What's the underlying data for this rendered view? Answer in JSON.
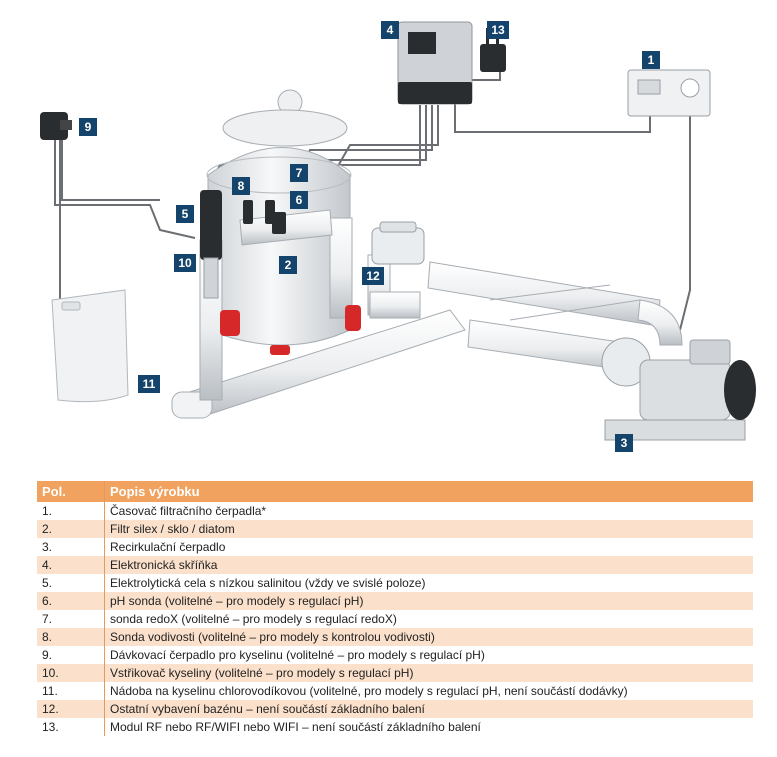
{
  "table": {
    "header_pos": "Pol.",
    "header_desc": "Popis výrobku",
    "rows": [
      {
        "pos": "1.",
        "desc": "Časovač filtračního čerpadla*"
      },
      {
        "pos": "2.",
        "desc": "Filtr silex / sklo / diatom"
      },
      {
        "pos": "3.",
        "desc": "Recirkulační čerpadlo"
      },
      {
        "pos": "4.",
        "desc": "Elektronická skříňka"
      },
      {
        "pos": "5.",
        "desc": "Elektrolytická cela s nízkou salinitou (vždy ve svislé poloze)"
      },
      {
        "pos": "6.",
        "desc": "pH sonda (volitelné – pro modely s regulací pH)"
      },
      {
        "pos": "7.",
        "desc": "sonda redoX (volitelné – pro modely s regulací redoX)"
      },
      {
        "pos": "8.",
        "desc": "Sonda vodivosti (volitelné – pro modely s kontrolou vodivosti)"
      },
      {
        "pos": "9.",
        "desc": "Dávkovací čerpadlo pro kyselinu (volitelné – pro modely s regulací pH)"
      },
      {
        "pos": "10.",
        "desc": "Vstřikovač kyseliny (volitelné – pro modely s regulací pH)"
      },
      {
        "pos": "11.",
        "desc": "Nádoba na kyselinu chlorovodíkovou (volitelné, pro modely s regulací pH, není součástí dodávky)"
      },
      {
        "pos": "12.",
        "desc": "Ostatní vybavení bazénu – není součástí základního balení"
      },
      {
        "pos": "13.",
        "desc": "Modul RF nebo RF/WIFI nebo WIFI – není součástí základního balení"
      }
    ]
  },
  "diagram": {
    "callouts": [
      "1",
      "2",
      "3",
      "4",
      "5",
      "6",
      "7",
      "8",
      "9",
      "10",
      "11",
      "12",
      "13"
    ],
    "colors": {
      "badge": "#14436b",
      "table_header": "#f0a25e",
      "table_alt_row": "#fbe1cc",
      "valve": "#d62828"
    }
  }
}
